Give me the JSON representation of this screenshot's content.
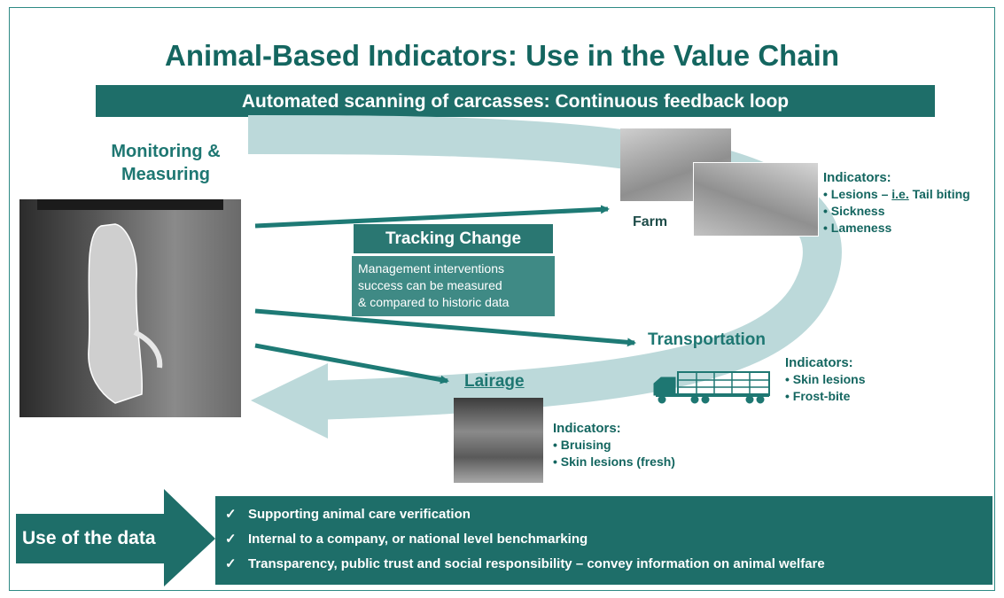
{
  "title": "Animal-Based Indicators: Use in the Value Chain",
  "banner": "Automated scanning of carcasses: Continuous feedback loop",
  "monitoring": {
    "line1": "Monitoring &",
    "line2": "Measuring"
  },
  "tracking": {
    "title": "Tracking Change",
    "lines": [
      "Management interventions",
      "success can be measured",
      "& compared to historic data"
    ]
  },
  "stages": {
    "farm": {
      "label": "Farm",
      "indicators_title": "Indicators:",
      "indicators": [
        {
          "prefix": "Lesions – ",
          "underlined": "i.e.",
          "suffix": " Tail biting"
        },
        "Sickness",
        "Lameness"
      ]
    },
    "transportation": {
      "label": "Transportation",
      "indicators_title": "Indicators:",
      "indicators": [
        "Skin lesions",
        "Frost-bite"
      ]
    },
    "lairage": {
      "label": "Lairage",
      "indicators_title": "Indicators:",
      "indicators": [
        "Bruising",
        "Skin lesions (fresh)"
      ]
    }
  },
  "use_of_data": {
    "label": "Use of the data",
    "check_glyph": "✓",
    "items": [
      "Supporting animal care verification",
      "Internal to a company, or national level benchmarking",
      "Transparency, public trust and social responsibility – convey information on animal welfare"
    ]
  },
  "colors": {
    "dark_teal": "#1e6e69",
    "teal_text": "#146660",
    "loop_light": "#bcd9da",
    "arrow_teal": "#1e7a75"
  },
  "icons": [
    "carcass-photo",
    "pigs-photo",
    "truck-icon",
    "lairage-photo",
    "check-icon"
  ]
}
